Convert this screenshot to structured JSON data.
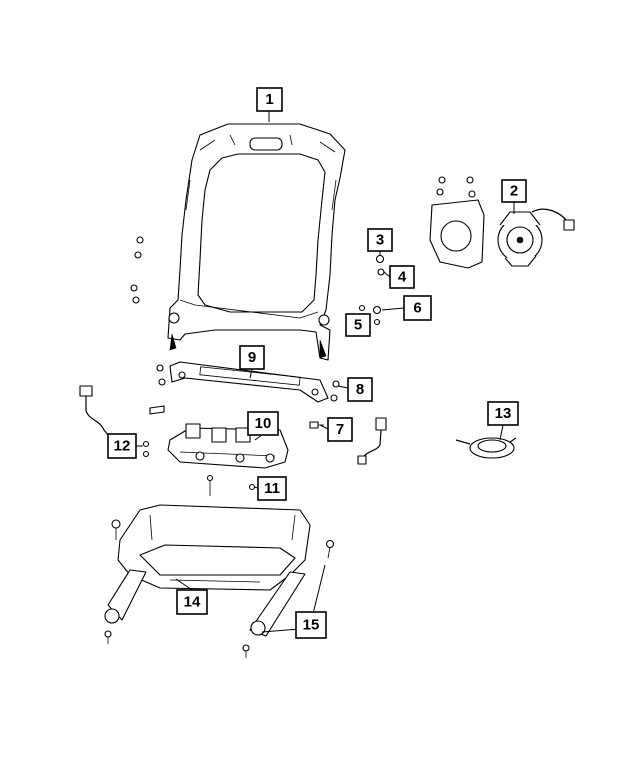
{
  "diagram": {
    "callouts": [
      {
        "id": "1",
        "label": "1"
      },
      {
        "id": "2",
        "label": "2"
      },
      {
        "id": "3",
        "label": "3"
      },
      {
        "id": "4",
        "label": "4"
      },
      {
        "id": "5",
        "label": "5"
      },
      {
        "id": "6",
        "label": "6"
      },
      {
        "id": "7",
        "label": "7"
      },
      {
        "id": "8",
        "label": "8"
      },
      {
        "id": "9",
        "label": "9"
      },
      {
        "id": "10",
        "label": "10"
      },
      {
        "id": "11",
        "label": "11"
      },
      {
        "id": "12",
        "label": "12"
      },
      {
        "id": "13",
        "label": "13"
      },
      {
        "id": "14",
        "label": "14"
      },
      {
        "id": "15",
        "label": "15"
      }
    ],
    "parts": [
      "seat-back-frame",
      "lumbar-motor-assembly",
      "nut",
      "nut",
      "bolt",
      "nut",
      "bolt",
      "screw",
      "cross-member",
      "seat-pan-bracket",
      "screw",
      "wiring-harness",
      "clock-spring-cable",
      "seat-track-frame",
      "bolt"
    ]
  }
}
